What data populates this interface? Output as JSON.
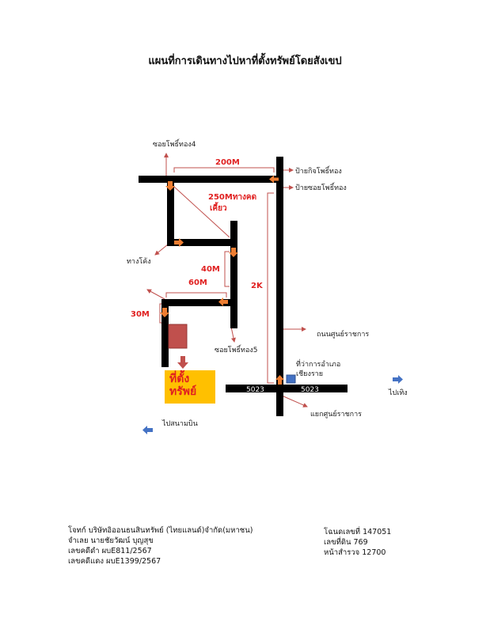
{
  "title": "แผนที่การเดินทางไปหาที่ตั้งทรัพย์โดยสังเขป",
  "labels": {
    "soi4": "ซอยโพธิ์ทอง4",
    "sign_kit": "ป้ายกิจโพธิ์ทอง",
    "sign_soi": "ป้ายซอยโพธิ์ทอง",
    "curve": "ทางโค้ง",
    "soi5": "ซอยโพธิ์ทอง5",
    "center_road": "ถนนศูนย์ราชการ",
    "district_office_1": "ที่ว่าการอำเภอ",
    "district_office_2": "เชียงราย",
    "to_thoeng": "ไปเทิง",
    "center_junction": "แยกศูนย์ราชการ",
    "to_airport": "ไปสนามบิน",
    "road_left": "5023",
    "road_right": "5023"
  },
  "distances": {
    "d200": "200M",
    "d250_1": "250Mทางคด",
    "d250_2": "เคี้ยว",
    "d40": "40M",
    "d60": "60M",
    "d30": "30M",
    "d2k": "2K"
  },
  "property": {
    "line1": "ที่ตั้ง",
    "line2": "ทรัพย์"
  },
  "footer_left": [
    "โจทก์ บริษัทอิออนธนสินทรัพย์ (ไทยแลนด์)จำกัด(มหาชน)",
    "จำเลย นายชัยวัฒน์ บุญสุข",
    "เลขคดีดำ ผบE811/2567",
    "เลขคดีแดง ผบE1399/2567"
  ],
  "footer_right": [
    "โฉนดเลขที่ 147051",
    "เลขที่ดิน  769",
    "หน้าสำรวจ 12700"
  ],
  "colors": {
    "road": "#000000",
    "dist_text": "#e02020",
    "arrow": "#ed7d31",
    "blue_arrow": "#4472c4",
    "pointer": "#c0504d",
    "property_bg": "#ffc000"
  }
}
